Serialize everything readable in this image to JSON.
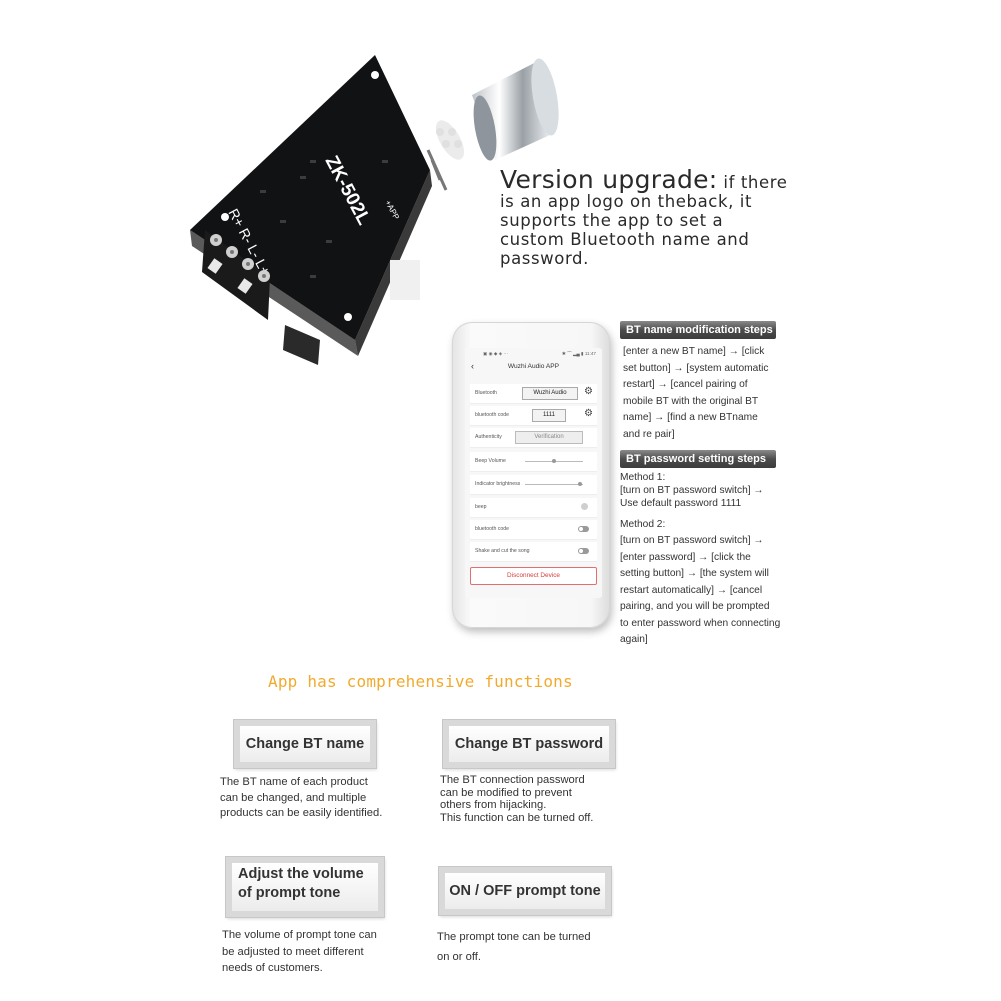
{
  "board": {
    "model": "ZK-502L",
    "app_mark": "+APP",
    "terminals": "R+ R- L- L+"
  },
  "upgrade": {
    "heading": "Version upgrade:",
    "line1": " if there",
    "line2": " is an app logo on theback, it",
    "line3": "supports the app to set a",
    "line4": "custom Bluetooth name and",
    "line5": "password."
  },
  "phone_app": {
    "status_left": "▣ ◉ ◆ ◈ ···",
    "status_right": "✱ ⌒ ▂▄ ▮ 11:47",
    "title": "Wuzhi Audio APP",
    "back_icon": "back-arrow-icon",
    "rows": {
      "bluetooth_label": "Bluetooth",
      "bluetooth_value": "Wuzhi Audio",
      "code_label": "bluetooth code",
      "code_value": "1111",
      "auth_label": "Authenticity",
      "auth_value": "Verification",
      "beep_volume_label": "Beep Volume",
      "indicator_label": "Indicator brightness",
      "beep_label": "beep",
      "bt_code_label": "bluetooth code",
      "shake_label": "Shake and cut the song"
    },
    "beep_volume_level": 0.5,
    "indicator_level": 0.95,
    "disconnect": "Disconnect Device"
  },
  "bt_name_steps": {
    "title": "BT name modification steps",
    "lines": [
      "[enter a new BT name] → [click",
      "set button] → [system automatic",
      "restart] → [cancel pairing of",
      "mobile BT with the original BT",
      "name] → [find a new BTname",
      "and re pair]"
    ]
  },
  "bt_password_steps": {
    "title": "BT password setting steps",
    "method1_lines": [
      "Method 1:",
      "[turn on BT password switch] →",
      "Use default password 1111"
    ],
    "method2_lines": [
      "Method 2:",
      "[turn on BT password switch] →",
      "[enter password] → [click the",
      "setting button] → [the system will",
      "restart automatically] → [cancel",
      "pairing, and you will be prompted",
      "to enter password when connecting",
      "again]"
    ]
  },
  "features_title": "App has comprehensive functions",
  "features": {
    "change_name": {
      "label": "Change BT name",
      "desc": [
        "The BT name of each product",
        "can be changed, and multiple",
        "products can be easily identified."
      ]
    },
    "change_password": {
      "label": "Change BT password",
      "desc": [
        "The BT connection password",
        "can be modified to prevent",
        "others from hijacking.",
        "This function can be turned off."
      ]
    },
    "adjust_volume": {
      "label_line1": "Adjust the volume",
      "label_line2": "of prompt tone",
      "desc": [
        "The volume of prompt tone can",
        "be adjusted to meet different",
        "needs of customers."
      ]
    },
    "onoff_prompt": {
      "label": "ON / OFF prompt tone",
      "desc": [
        "The prompt tone can be turned",
        "on or off."
      ]
    }
  }
}
